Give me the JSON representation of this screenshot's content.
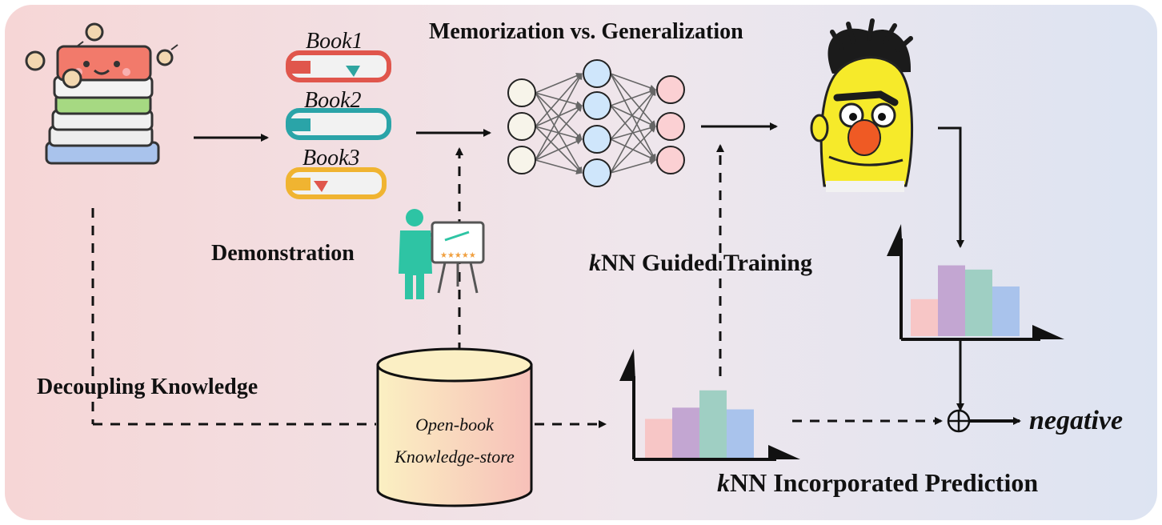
{
  "diagram": {
    "title": "Memorization vs. Generalization",
    "books": [
      "Book1",
      "Book2",
      "Book3"
    ],
    "demonstration_label": "Demonstration",
    "decoupling_label": "Decoupling Knowledge",
    "knowledge_store": [
      "Open-book",
      "Knowledge-store"
    ],
    "knn_training": {
      "italic": "k",
      "rest": "NN Guided Training"
    },
    "knn_prediction": {
      "italic": "k",
      "rest": "NN Incorporated Prediction"
    },
    "output_label": "negative",
    "colors": {
      "background_left": "#f6d8d8",
      "background_right": "#dfe5f3",
      "bar_pink": "#f7c6c6",
      "bar_purple": "#c3a6d2",
      "bar_teal": "#9fcfc3",
      "bar_blue": "#a9c3ec",
      "node_input": "#f7f4ea",
      "node_hidden": "#cfe6fb",
      "node_output": "#fbd0d3",
      "person_teal": "#2ec4a4"
    }
  },
  "chart_data": [
    {
      "type": "bar",
      "values": [
        0.35,
        0.67,
        0.63,
        0.47
      ]
    },
    {
      "type": "bar",
      "values": [
        0.45,
        0.58,
        0.78,
        0.56
      ]
    }
  ]
}
